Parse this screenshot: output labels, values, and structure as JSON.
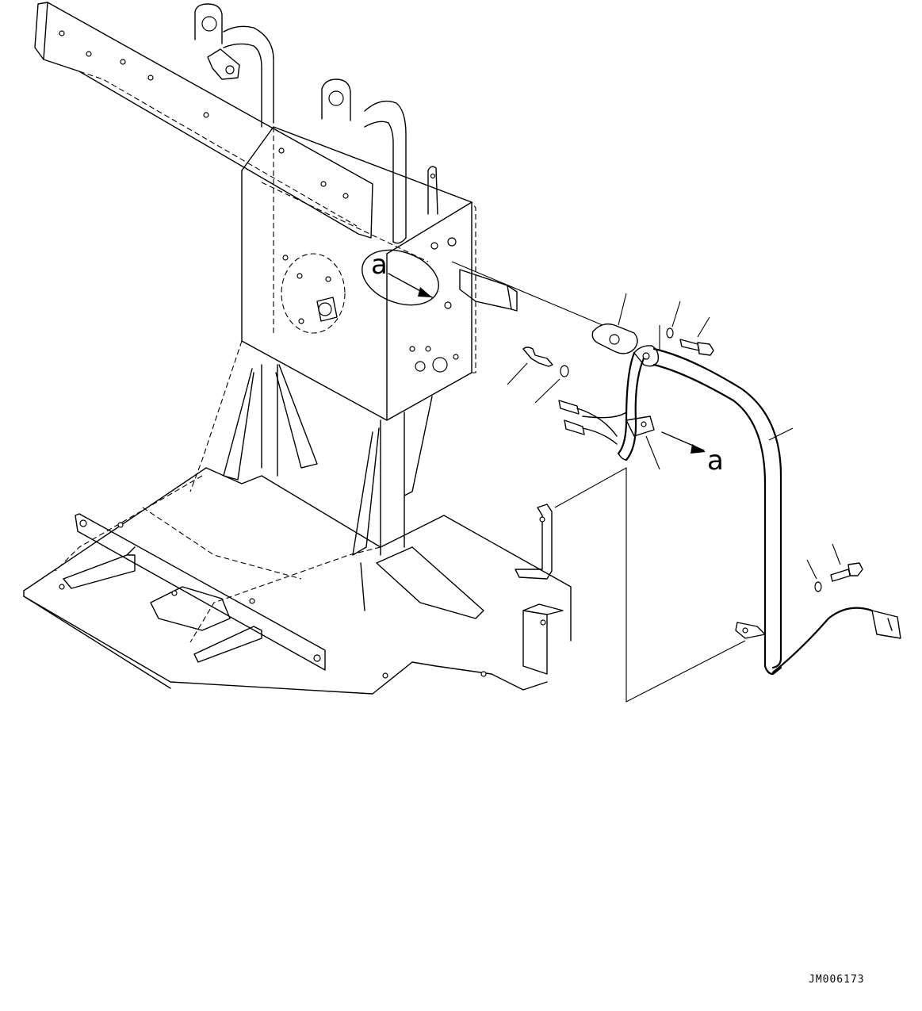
{
  "drawing": {
    "drawing_number": "JM006173",
    "view_marker_top": "a",
    "view_marker_bottom": "a"
  }
}
